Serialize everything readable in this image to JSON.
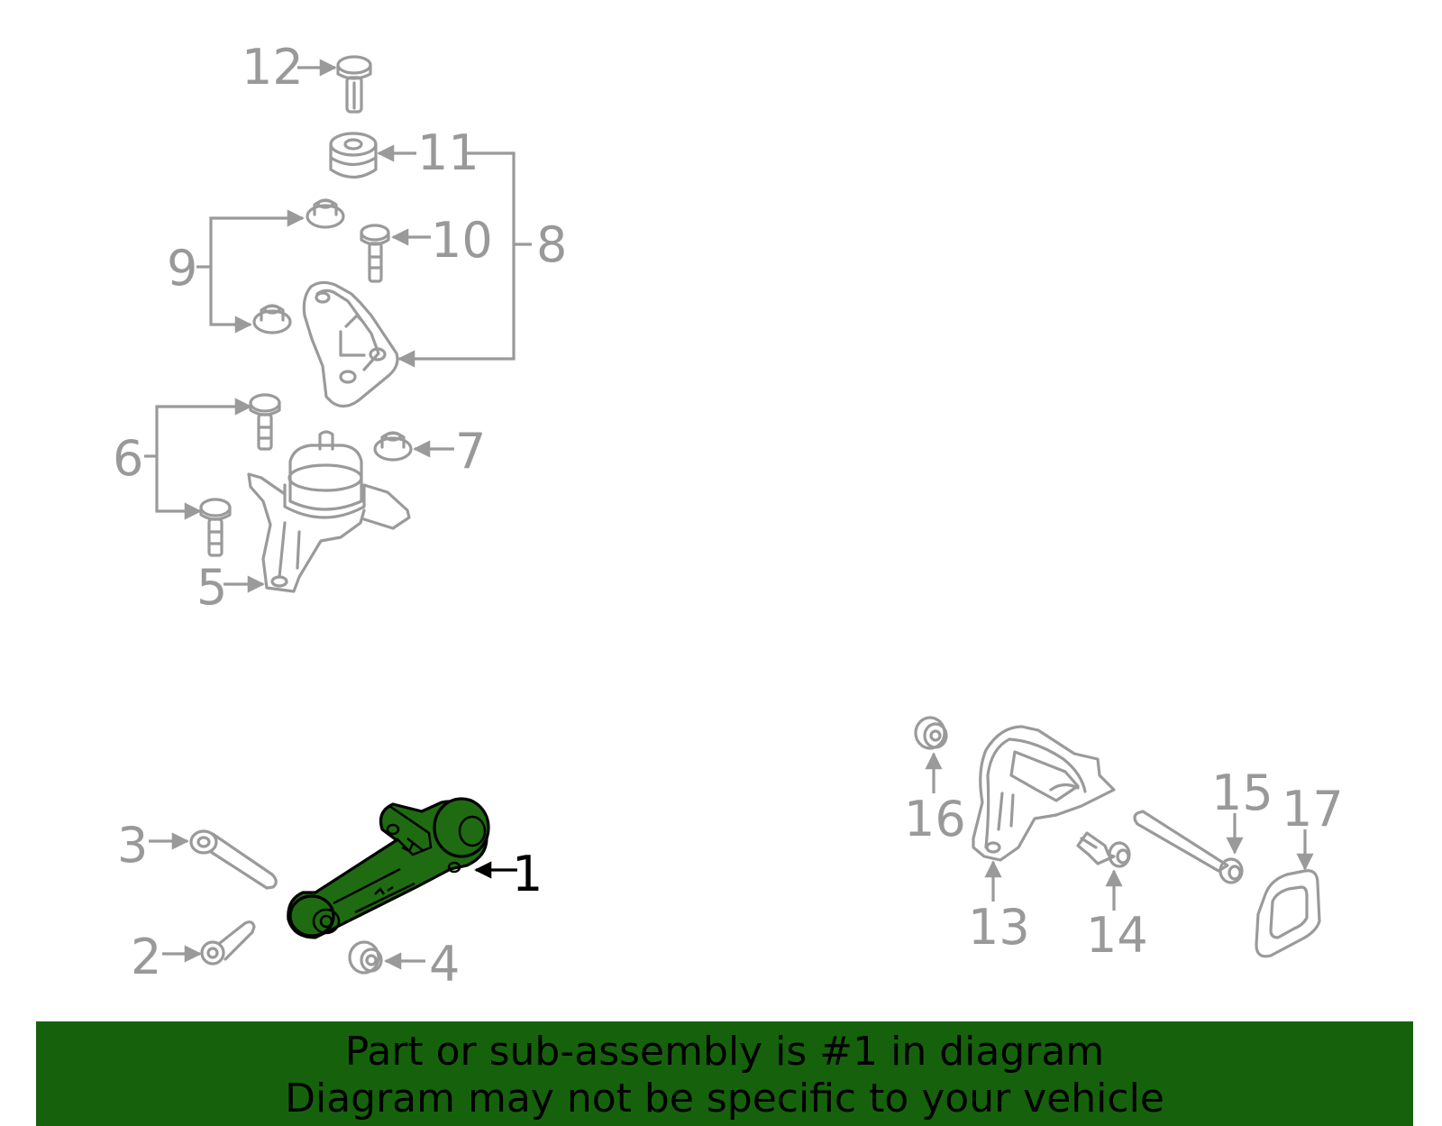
{
  "callouts": {
    "c1": "1",
    "c2": "2",
    "c3": "3",
    "c4": "4",
    "c5": "5",
    "c6": "6",
    "c7": "7",
    "c8": "8",
    "c9": "9",
    "c10": "10",
    "c11": "11",
    "c12": "12",
    "c13": "13",
    "c14": "14",
    "c15": "15",
    "c16": "16",
    "c17": "17"
  },
  "banner": {
    "line1": "Part or sub-assembly is #1 in diagram",
    "line2": "Diagram may not be specific to your vehicle"
  },
  "colors": {
    "banner_bg": "#16620c",
    "highlight_part": "#1f6b12",
    "line_gray": "#9a9a9a"
  },
  "highlighted_part": "1"
}
